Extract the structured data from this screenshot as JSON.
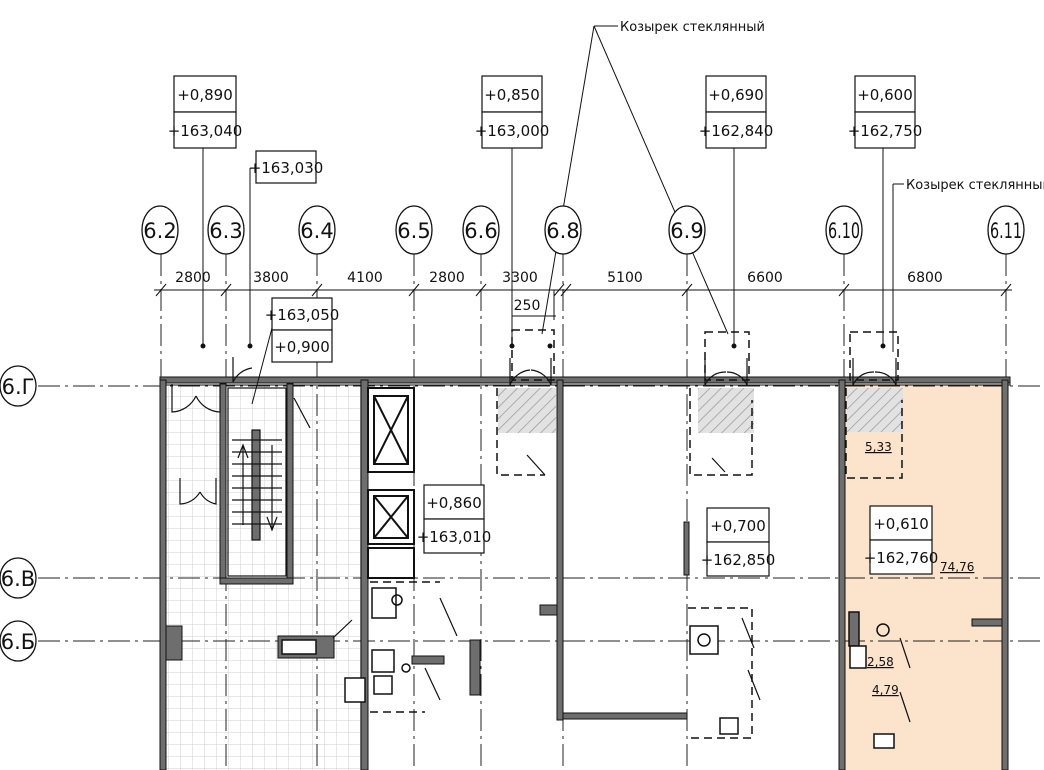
{
  "colors": {
    "line": "#111111",
    "wall_fill": "#6e6e6e",
    "highlight_room": "#fbe3cc",
    "vestibule_hatch": "#d9d9d9",
    "grid_tile": "#cfcfcf"
  },
  "columns": [
    "6.2",
    "6.3",
    "6.4",
    "6.5",
    "6.6",
    "6.8",
    "6.9",
    "6.10",
    "6.11"
  ],
  "rows": [
    "6.Г",
    "6.В",
    "6.Б"
  ],
  "dimensions": [
    "2800",
    "3800",
    "4100",
    "2800",
    "3300",
    "5100",
    "6600",
    "6800"
  ],
  "dimension_extra": "250",
  "elevations": [
    {
      "rel": "+0,890",
      "abs": "+163,040"
    },
    {
      "rel": "+0,850",
      "abs": "+163,000"
    },
    {
      "rel": "+0,690",
      "abs": "+162,840"
    },
    {
      "rel": "+0,600",
      "abs": "+162,750"
    },
    {
      "rel": "+0,900",
      "abs": "+163,050"
    },
    {
      "rel": "+0,860",
      "abs": "+163,010"
    },
    {
      "rel": "+0,700",
      "abs": "+162,850"
    },
    {
      "rel": "+0,610",
      "abs": "+162,760"
    }
  ],
  "single_elevation": "+163,030",
  "notes": {
    "canopy_1": "Козырек стеклянный",
    "canopy_2": "Козырек стеклянный"
  },
  "areas": {
    "vestibule": "5,33",
    "main": "74,76",
    "wc1": "2,58",
    "wc2": "4,79"
  }
}
